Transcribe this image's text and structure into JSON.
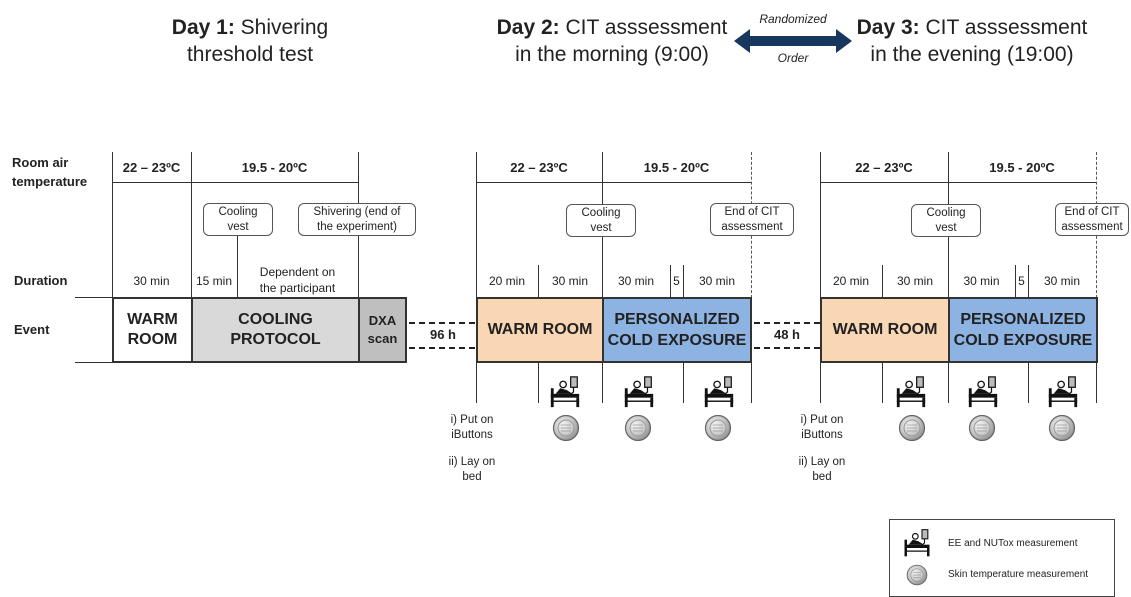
{
  "headers": {
    "day1_bold": "Day 1:",
    "day1_rest_a": "Shivering",
    "day1_rest_b": "threshold test",
    "day2_bold": "Day 2:",
    "day2_rest_a": "CIT asssessment",
    "day2_rest_b": "in the morning (9:00)",
    "day3_bold": "Day 3:",
    "day3_rest_a": "CIT asssessment",
    "day3_rest_b": "in the evening (19:00)",
    "randomized": "Randomized",
    "order": "Order"
  },
  "row_labels": {
    "room_air_a": "Room air",
    "room_air_b": "temperature",
    "duration": "Duration",
    "event": "Event"
  },
  "day1": {
    "temp_warm": "22 – 23ºC",
    "temp_cool": "19.5 - 20ºC",
    "callout_vest_a": "Cooling",
    "callout_vest_b": "vest",
    "callout_shiver_a": "Shivering (end of",
    "callout_shiver_b": "the experiment)",
    "dur_warm": "30 min",
    "dur_15": "15 min",
    "dur_dep_a": "Dependent on",
    "dur_dep_b": "the participant",
    "box_warm_a": "WARM",
    "box_warm_b": "ROOM",
    "box_cool_a": "COOLING",
    "box_cool_b": "PROTOCOL",
    "box_dxa_a": "DXA",
    "box_dxa_b": "scan"
  },
  "gap1": "96 h",
  "gap2": "48 h",
  "day2": {
    "temp_warm": "22 – 23ºC",
    "temp_cool": "19.5 - 20ºC",
    "callout_vest_a": "Cooling",
    "callout_vest_b": "vest",
    "callout_end_a": "End of CIT",
    "callout_end_b": "assessment",
    "dur_20": "20 min",
    "dur_30a": "30 min",
    "dur_30b": "30 min",
    "dur_5": "5",
    "dur_30c": "30 min",
    "box_warm": "WARM ROOM",
    "box_cold_a": "PERSONALIZED",
    "box_cold_b": "COLD EXPOSURE",
    "note_a1": "i) Put on",
    "note_a2": "iButtons",
    "note_b1": "ii) Lay on",
    "note_b2": "bed"
  },
  "day3": {
    "temp_warm": "22 – 23ºC",
    "temp_cool": "19.5 - 20ºC",
    "callout_vest_a": "Cooling",
    "callout_vest_b": "vest",
    "callout_end_a": "End of CIT",
    "callout_end_b": "assessment",
    "dur_20": "20 min",
    "dur_30a": "30 min",
    "dur_30b": "30 min",
    "dur_5": "5",
    "dur_30c": "30 min",
    "box_warm": "WARM ROOM",
    "box_cold_a": "PERSONALIZED",
    "box_cold_b": "COLD EXPOSURE",
    "note_a1": "i) Put on",
    "note_a2": "iButtons",
    "note_b1": "ii) Lay on",
    "note_b2": "bed"
  },
  "legend": {
    "ee": "EE and NUTox measurement",
    "skin": "Skin temperature measurement"
  },
  "colors": {
    "warm": "#f9d6b4",
    "cold": "#8db3e2",
    "cooling": "#d9d9d9",
    "dxa": "#bfbfbf",
    "arrow": "#17375e"
  }
}
